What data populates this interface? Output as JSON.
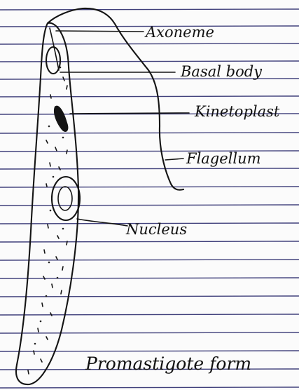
{
  "labels": {
    "axoneme": "Axoneme",
    "basal_body": "Basal body",
    "kinetoplast": "Kinetoplast",
    "flagellum": "Flagellum",
    "nucleus": "Nucleus"
  },
  "caption": "Promastigote form",
  "colors": {
    "paper": "#fbfbfb",
    "ruled_lines": "#2c2c6e",
    "ink": "#141414"
  }
}
